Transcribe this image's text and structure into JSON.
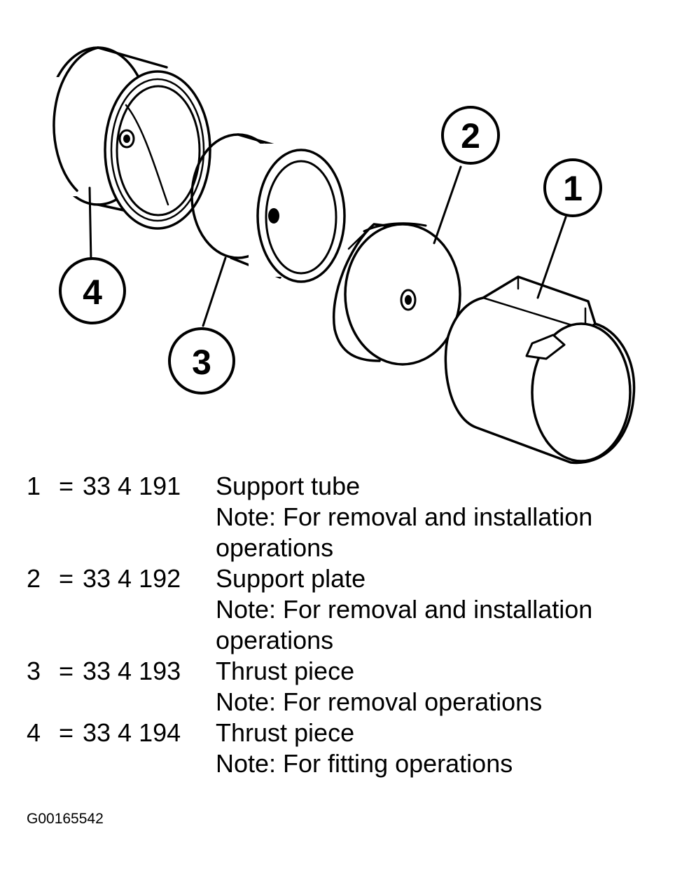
{
  "callouts": [
    {
      "number": "1"
    },
    {
      "number": "2"
    },
    {
      "number": "3"
    },
    {
      "number": "4"
    }
  ],
  "legend": [
    {
      "number": "1",
      "eq": "=",
      "code": "33 4 191",
      "name": "Support tube",
      "note_lines": [
        "Note: For removal and installation",
        "operations"
      ]
    },
    {
      "number": "2",
      "eq": "=",
      "code": "33 4 192",
      "name": "Support plate",
      "note_lines": [
        "Note: For removal and installation",
        "operations"
      ]
    },
    {
      "number": "3",
      "eq": "=",
      "code": "33 4 193",
      "name": "Thrust piece",
      "note_lines": [
        "Note: For removal operations"
      ]
    },
    {
      "number": "4",
      "eq": "=",
      "code": "33 4 194",
      "name": "Thrust piece",
      "note_lines": [
        "Note: For fitting operations"
      ]
    }
  ],
  "figure_id": "G00165542"
}
